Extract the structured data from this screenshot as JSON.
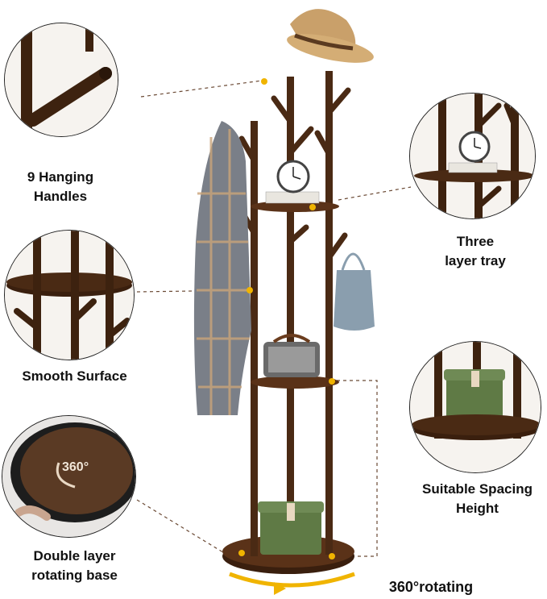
{
  "colors": {
    "wood": "#4a2a14",
    "wood_light": "#6b3d1e",
    "accent": "#f0b400",
    "box_green": "#5f7a45",
    "leader": "#6b4a35"
  },
  "features": [
    {
      "lines": [
        "9 Hanging",
        "Handles"
      ]
    },
    {
      "lines": [
        "Smooth Surface"
      ]
    },
    {
      "lines": [
        "Double layer",
        "rotating base"
      ]
    },
    {
      "lines": [
        "Three",
        "layer tray"
      ]
    },
    {
      "lines": [
        "Suitable Spacing",
        "Height"
      ]
    }
  ],
  "rotating_caption": "360°rotating",
  "base_badge": "360°"
}
